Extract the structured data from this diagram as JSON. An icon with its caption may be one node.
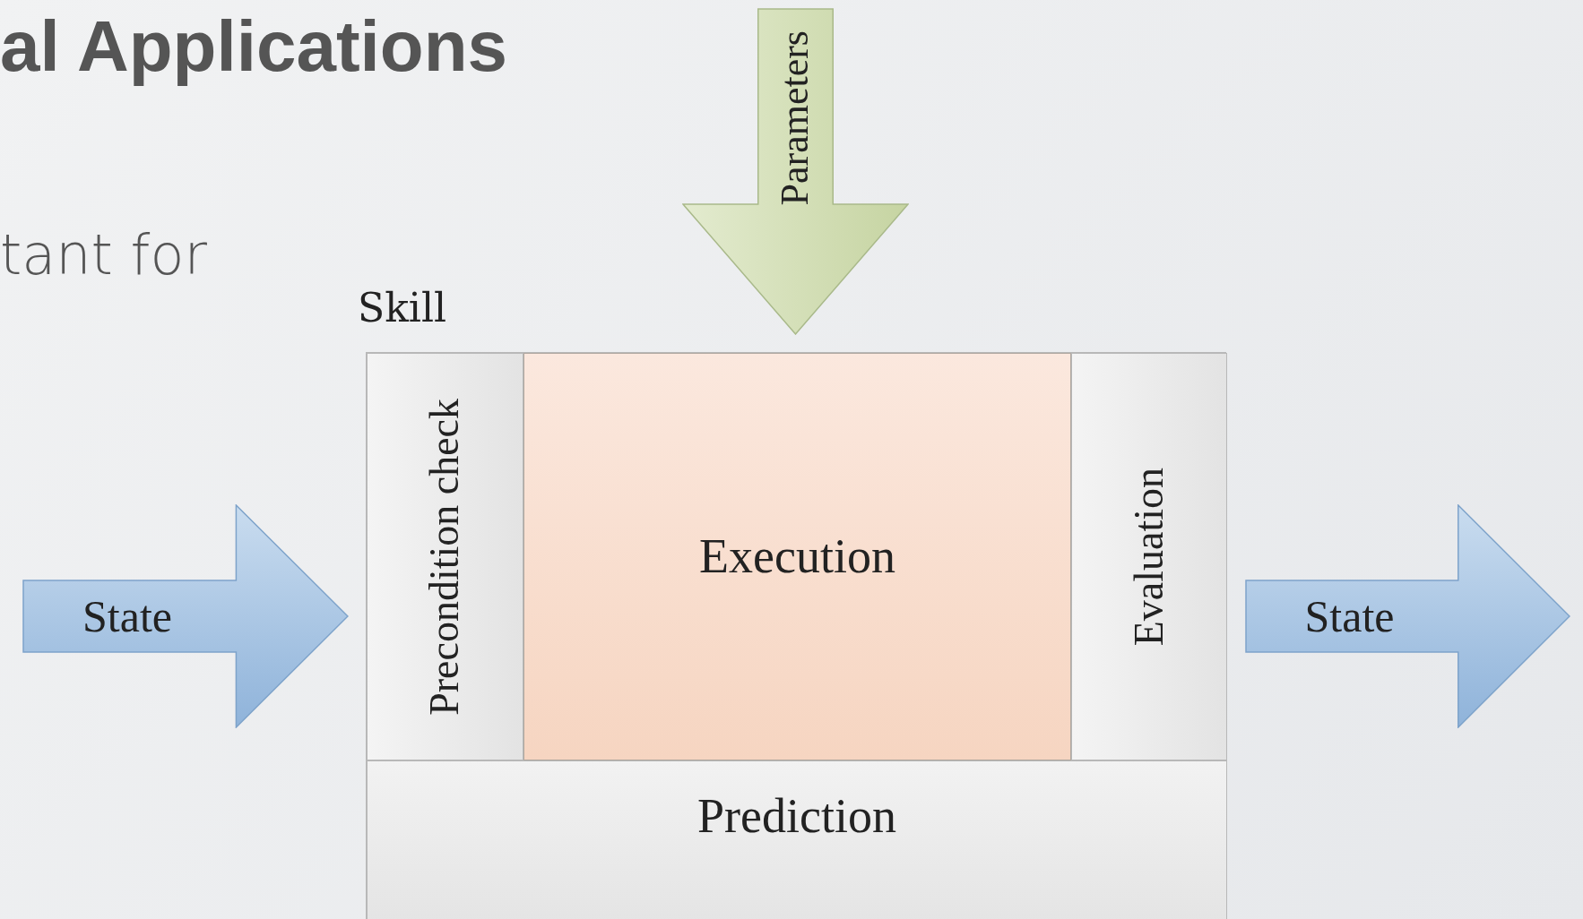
{
  "diagram": {
    "title": "al Applications",
    "nodes": [
      {
        "text": [
          "Parameters"
        ]
      },
      {
        "text": [
          "Skill"
        ]
      },
      {
        "text": [
          "Precondition check"
        ],
        "in": 1
      },
      {
        "text": [
          "Execution"
        ],
        "in": 1
      },
      {
        "text": [
          "Evaluation"
        ],
        "in": 1
      },
      {
        "text": [
          "Prediction"
        ],
        "in": 1
      },
      {
        "text": [
          "State"
        ]
      },
      {
        "text": [
          "State"
        ]
      }
    ],
    "labels": [
      "tant for"
    ]
  }
}
